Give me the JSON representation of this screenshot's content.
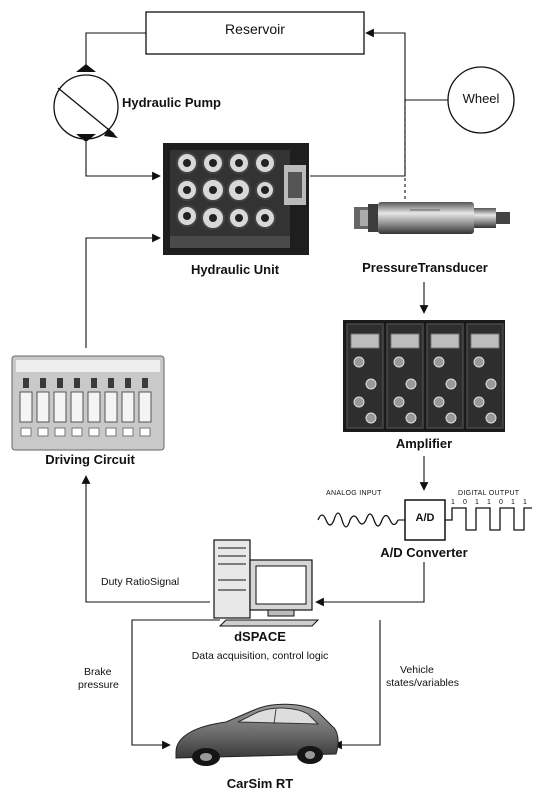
{
  "diagram": {
    "nodes": {
      "reservoir": "Reservoir",
      "wheel": "Wheel",
      "hydraulic_pump": "Hydraulic Pump",
      "hydraulic_unit": "Hydraulic Unit",
      "pressure_transducer": "PressureTransducer",
      "amplifier": "Amplifier",
      "driving_circuit": "Driving Circuit",
      "ad_converter": "A/D Converter",
      "ad_block": "A/D",
      "dspace": "dSPACE",
      "dspace_sub": "Data acquisition, control logic",
      "carsim": "CarSim RT"
    },
    "edge_labels": {
      "duty_ratio": "Duty RatioSignal",
      "brake_pressure_1": "Brake",
      "brake_pressure_2": "pressure",
      "vehicle_states_1": "Vehicle",
      "vehicle_states_2": "states/variables",
      "analog_input": "ANALOG INPUT",
      "digital_output": "DIGITAL OUTPUT"
    },
    "signal_bits": [
      "1",
      "0",
      "1",
      "1",
      "0",
      "1",
      "1"
    ],
    "colors": {
      "line": "#111111",
      "photo_dark": "#2b2b2b",
      "photo_mid": "#8a8a8a",
      "photo_light": "#d9d9d9"
    }
  }
}
